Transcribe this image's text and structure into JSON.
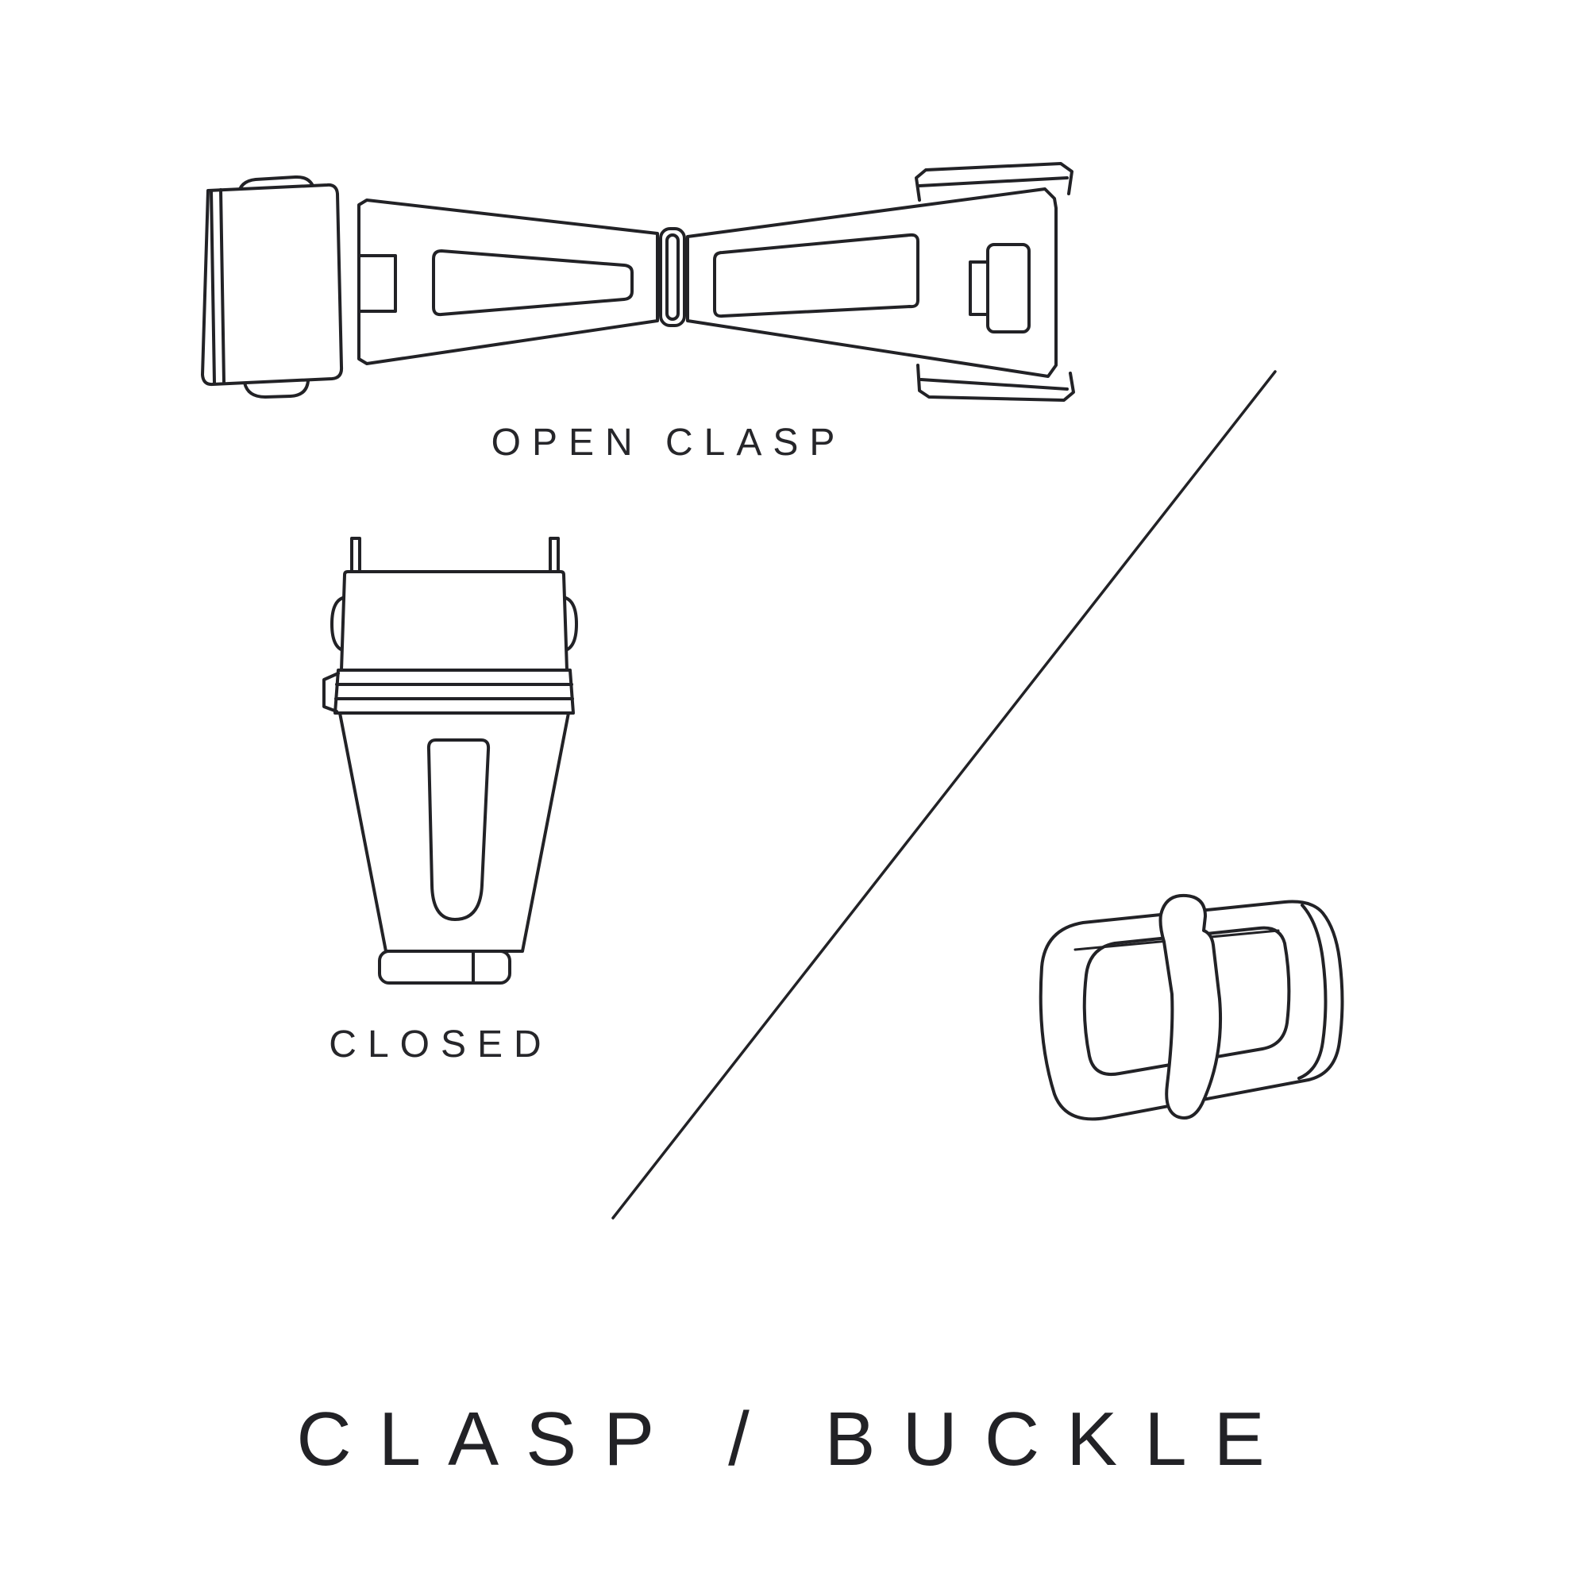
{
  "page": {
    "background_color": "#ffffff",
    "line_color": "#222226",
    "text_color": "#26262a"
  },
  "figures": {
    "open_clasp": {
      "label": "OPEN CLASP"
    },
    "closed_clasp": {
      "label": "CLOSED"
    }
  },
  "title": {
    "text": "CLASP / BUCKLE"
  },
  "icons": {
    "open_clasp_illustration": "open-deployant-clasp-line-drawing",
    "closed_clasp_illustration": "closed-deployant-clasp-line-drawing",
    "buckle_illustration": "tang-buckle-line-drawing",
    "divider": "diagonal-divider-line"
  }
}
